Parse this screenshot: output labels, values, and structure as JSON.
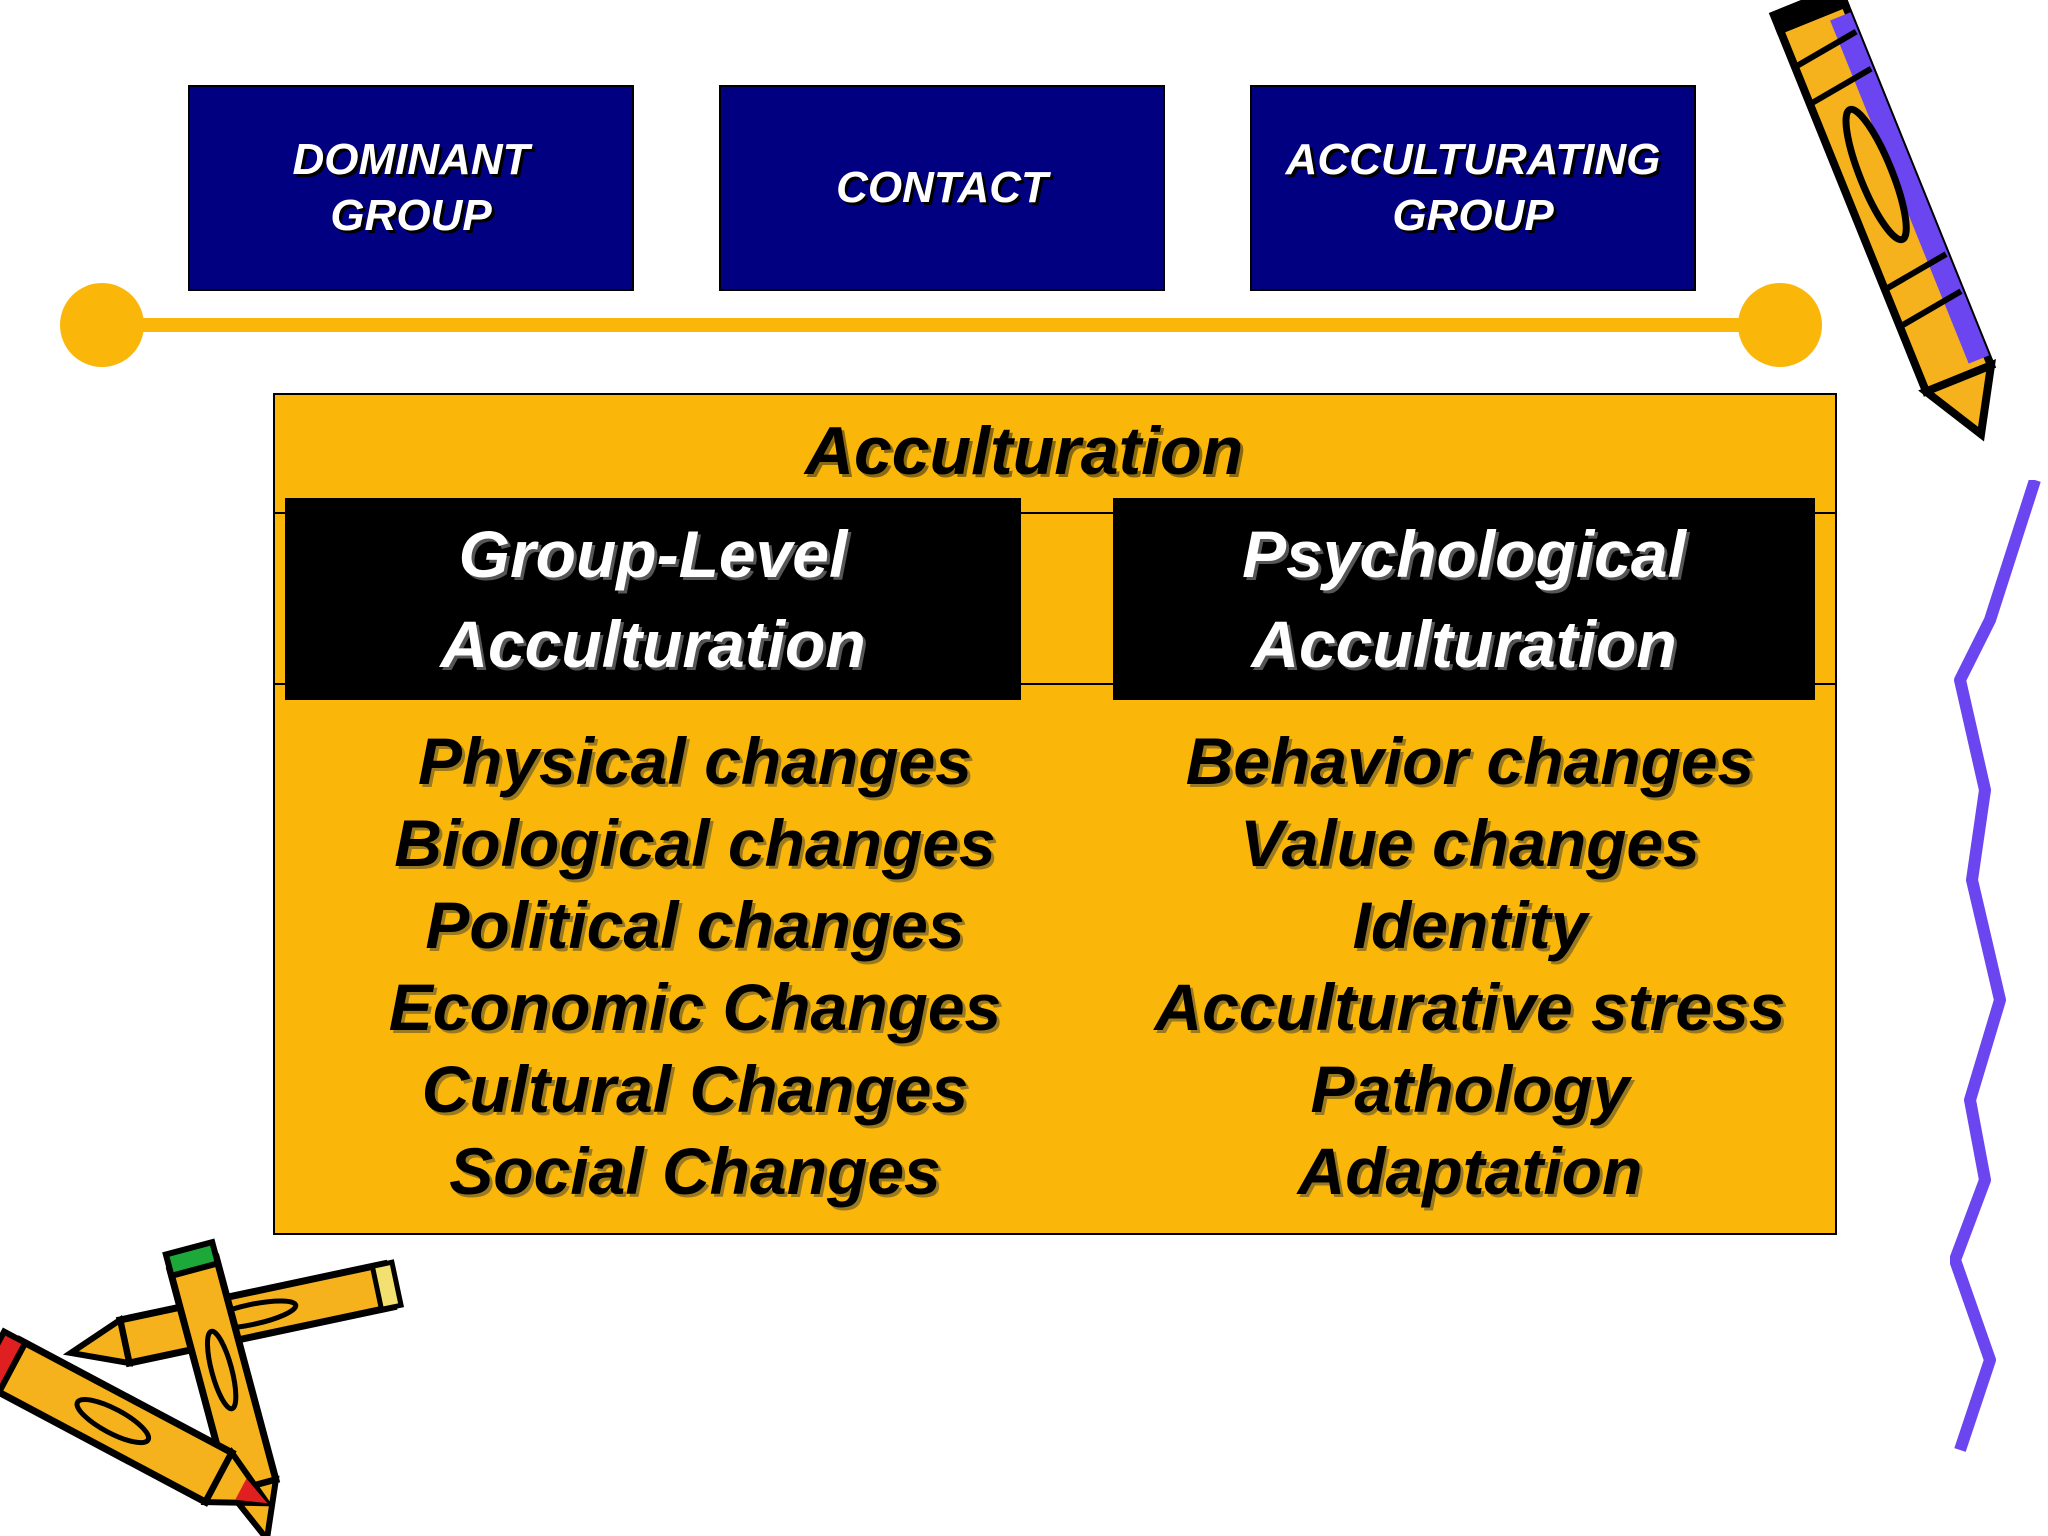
{
  "top_boxes": [
    {
      "label": "DOMINANT\nGROUP"
    },
    {
      "label": "CONTACT"
    },
    {
      "label": "ACCULTURATING\nGROUP"
    }
  ],
  "main": {
    "title": "Acculturation",
    "group_level": {
      "heading": "Group-Level\nAcculturation",
      "items": [
        "Physical changes",
        "Biological changes",
        "Political changes",
        "Economic Changes",
        "Cultural Changes",
        "Social Changes"
      ]
    },
    "psychological": {
      "heading": "Psychological\nAcculturation",
      "items": [
        "Behavior changes",
        "Value changes",
        "Identity",
        "Acculturative stress",
        "Pathology",
        "Adaptation"
      ]
    }
  },
  "colors": {
    "box_navy": "#000080",
    "gold": "#FBB60A",
    "black": "#000000",
    "squiggle": "#6A45F0",
    "pencil_yellow": "#F5B21C"
  },
  "decorations": [
    "pencil-icon",
    "pencils-icon",
    "squiggle-line"
  ]
}
